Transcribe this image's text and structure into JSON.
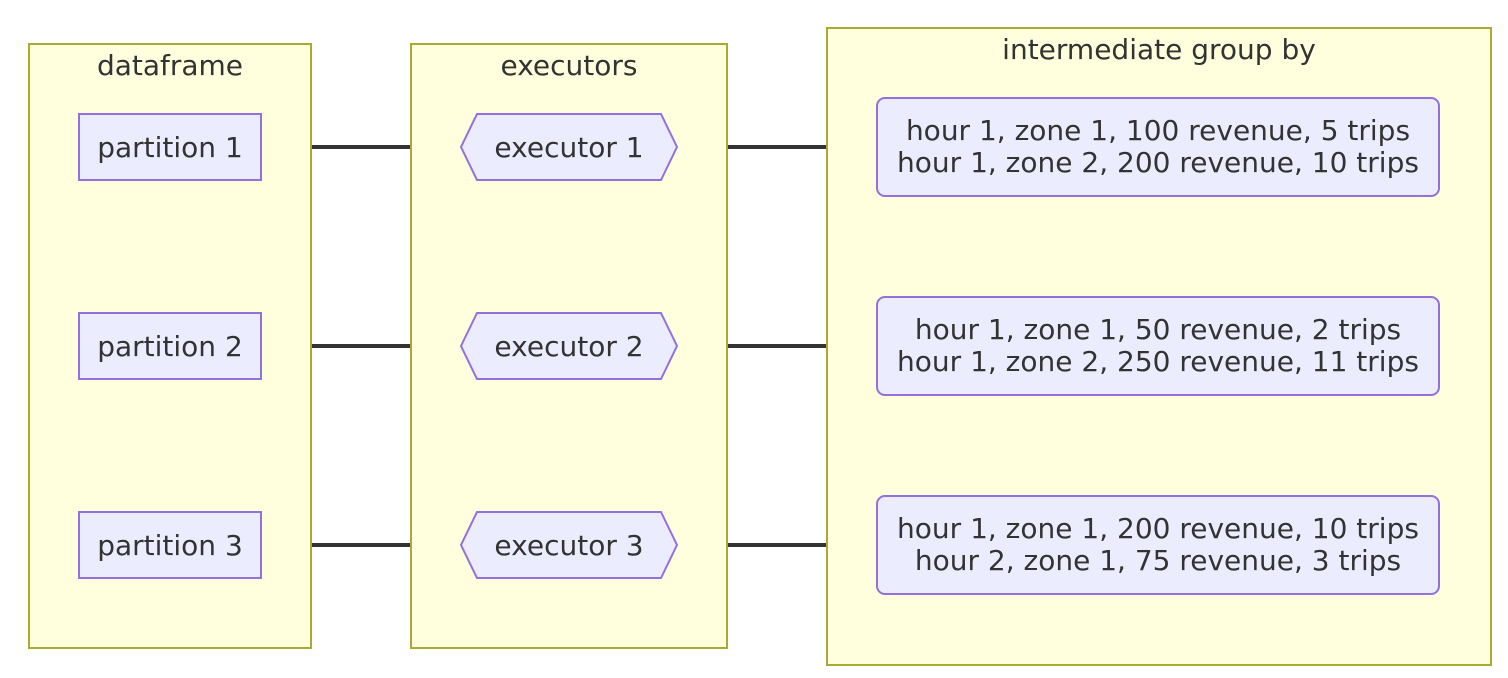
{
  "clusters": {
    "dataframe": {
      "title": "dataframe",
      "partitions": [
        "partition 1",
        "partition 2",
        "partition 3"
      ]
    },
    "executors": {
      "title": "executors",
      "items": [
        "executor 1",
        "executor 2",
        "executor 3"
      ]
    },
    "intermediate": {
      "title": "intermediate group by",
      "groups": [
        [
          "hour 1, zone 1, 100 revenue, 5 trips",
          "hour 1, zone 2, 200 revenue, 10 trips"
        ],
        [
          "hour 1, zone 1, 50 revenue, 2 trips",
          "hour 1, zone 2, 250 revenue, 11 trips"
        ],
        [
          "hour 1, zone 1, 200 revenue, 10 trips",
          "hour 2, zone 1, 75 revenue, 3 trips"
        ]
      ]
    }
  },
  "colors": {
    "cluster_fill": "#ffffde",
    "cluster_stroke": "#aaaa33",
    "node_fill": "#ececff",
    "node_stroke": "#9370db",
    "edge": "#333333",
    "text": "#333333"
  }
}
